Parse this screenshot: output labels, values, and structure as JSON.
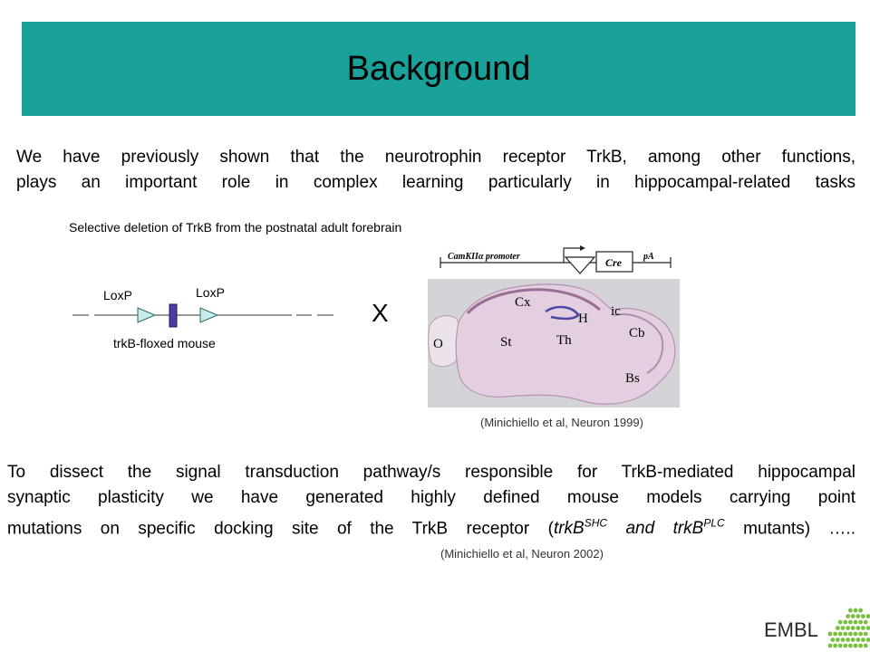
{
  "slide": {
    "title": "Background",
    "paragraph1_line1": "We have previously shown that the neurotrophin receptor TrkB, among other functions,",
    "paragraph1_line2": "plays an important role in complex learning particularly in hippocampal-related tasks",
    "subtitle": "Selective deletion of TrkB from the postnatal adult forebrain",
    "loxp_label_1": "LoxP",
    "loxp_label_2": "LoxP",
    "floxed_label": "trkB-floxed mouse",
    "cross_symbol": "X",
    "figure": {
      "promoter_label": "CamKIIα promoter",
      "cre_label": "Cre",
      "pa_label": "pA",
      "regions": {
        "cx": "Cx",
        "h": "H",
        "ic": "ic",
        "o": "O",
        "st": "St",
        "th": "Th",
        "cb": "Cb",
        "bs": "Bs"
      }
    },
    "citation1": "(Minichiello et al, Neuron 1999)",
    "paragraph2_line1": "To dissect the signal transduction pathway/s responsible for TrkB-mediated hippocampal",
    "paragraph2_line2": "synaptic plasticity we have generated highly defined mouse models carrying point",
    "paragraph2_line3_a": "mutations on specific docking site of the TrkB receptor (",
    "trkb_1": "trkB",
    "sup_1": "SHC",
    "and_text": " and ",
    "trkb_2": "trkB",
    "sup_2": "PLC",
    "paragraph2_line3_b": " mutants) …..",
    "citation2": "(Minichiello et al, Neuron 2002)",
    "logo_text": "EMBL"
  },
  "colors": {
    "title_bar": "#1aa199",
    "loxp_triangle": "#c8ecec",
    "exon_box": "#4a3fa0",
    "logo_green": "#7bbf3f"
  }
}
